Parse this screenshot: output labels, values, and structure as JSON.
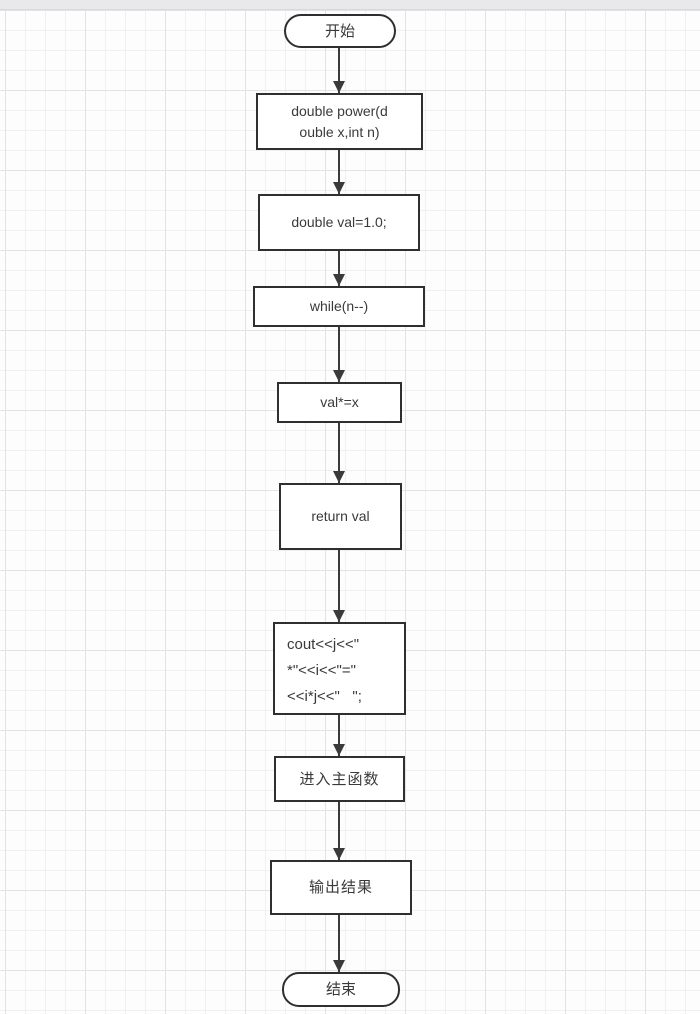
{
  "flowchart": {
    "nodes": {
      "start": {
        "label": "开始",
        "shape": "terminator"
      },
      "power": {
        "label": "double power(d\nouble x,int n)",
        "shape": "process"
      },
      "val_init": {
        "label": "double val=1.0;",
        "shape": "process"
      },
      "while_loop": {
        "label": "while(n--)",
        "shape": "process"
      },
      "multiply": {
        "label": "val*=x",
        "shape": "process"
      },
      "return_val": {
        "label": "return val",
        "shape": "process"
      },
      "cout": {
        "label": "cout<<j<<\"\n*\"<<i<<\"=\"\n<<i*j<<\"   \";",
        "shape": "process"
      },
      "enter_main": {
        "label": "进入主函数",
        "shape": "process"
      },
      "output_result": {
        "label": "输出结果",
        "shape": "process"
      },
      "end": {
        "label": "结束",
        "shape": "terminator"
      }
    },
    "edges": [
      "start->power",
      "power->val_init",
      "val_init->while_loop",
      "while_loop->multiply",
      "multiply->return_val",
      "return_val->cout",
      "cout->enter_main",
      "enter_main->output_result",
      "output_result->end"
    ],
    "colors": {
      "node_border": "#2f2f2f",
      "node_fill": "#ffffff",
      "arrow": "#3a3a3a",
      "grid_minor": "#f0f0f2",
      "grid_major": "#e3e3e6",
      "canvas_bg": "#fdfdfd",
      "topbar_bg": "#e9e9eb"
    }
  }
}
